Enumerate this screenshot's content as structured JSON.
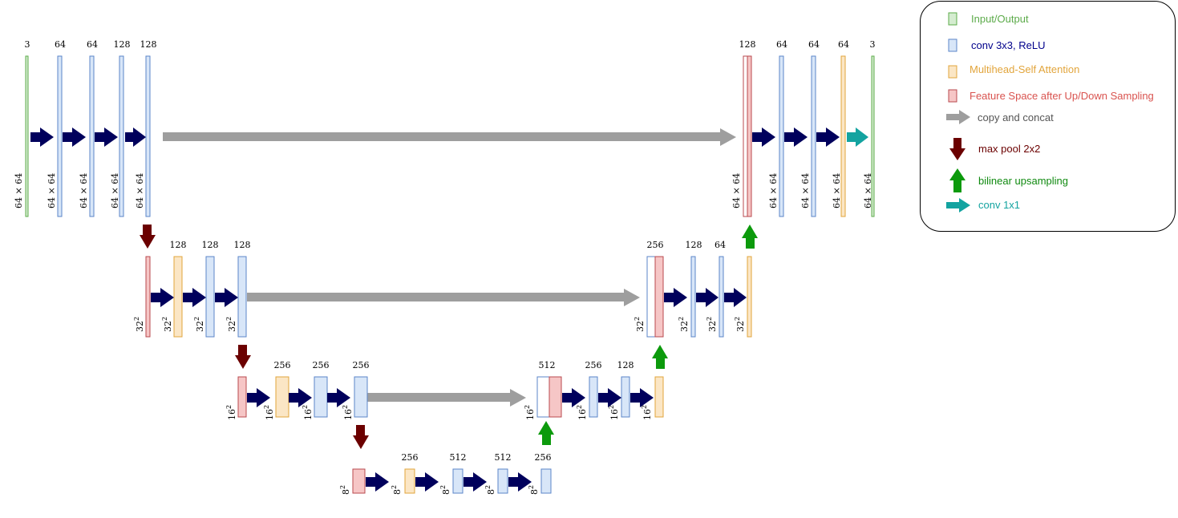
{
  "colors": {
    "input_output": "#5cab4a",
    "conv": "#5b86c9",
    "attention": "#e2a53c",
    "feature_space": "#b94a4f",
    "copy": "#9e9e9e",
    "maxpool": "#6b0000",
    "upsample": "#0c9a0c",
    "conv1x1": "#13a3a0",
    "arrow": "#00005c"
  },
  "legend": {
    "items": [
      {
        "label": "Input/Output",
        "icon": "input-output-swatch",
        "color": "#5cab4a"
      },
      {
        "label": "conv 3x3, ReLU",
        "icon": "conv-swatch",
        "color": "#00008b"
      },
      {
        "label": "Multihead-Self Attention",
        "icon": "attention-swatch",
        "color": "#e2a53c"
      },
      {
        "label": "Feature Space after Up/Down Sampling",
        "icon": "feature-space-swatch",
        "color": "#d9534f"
      },
      {
        "label": "copy and concat",
        "icon": "copy-arrow-icon",
        "color": "#555555"
      },
      {
        "label": "max pool 2x2",
        "icon": "maxpool-arrow-icon",
        "color": "#6b0000"
      },
      {
        "label": "bilinear upsampling",
        "icon": "upsample-arrow-icon",
        "color": "#108a10"
      },
      {
        "label": "conv 1x1",
        "icon": "conv1x1-arrow-icon",
        "color": "#13a3a0"
      }
    ]
  },
  "labels": {
    "ch_3": "3",
    "ch_8": "8",
    "ch_16": "16",
    "ch_32": "32",
    "ch_64": "64",
    "ch_128": "128",
    "ch_256": "256",
    "ch_512": "512",
    "times": "×",
    "sup_2": "2"
  }
}
